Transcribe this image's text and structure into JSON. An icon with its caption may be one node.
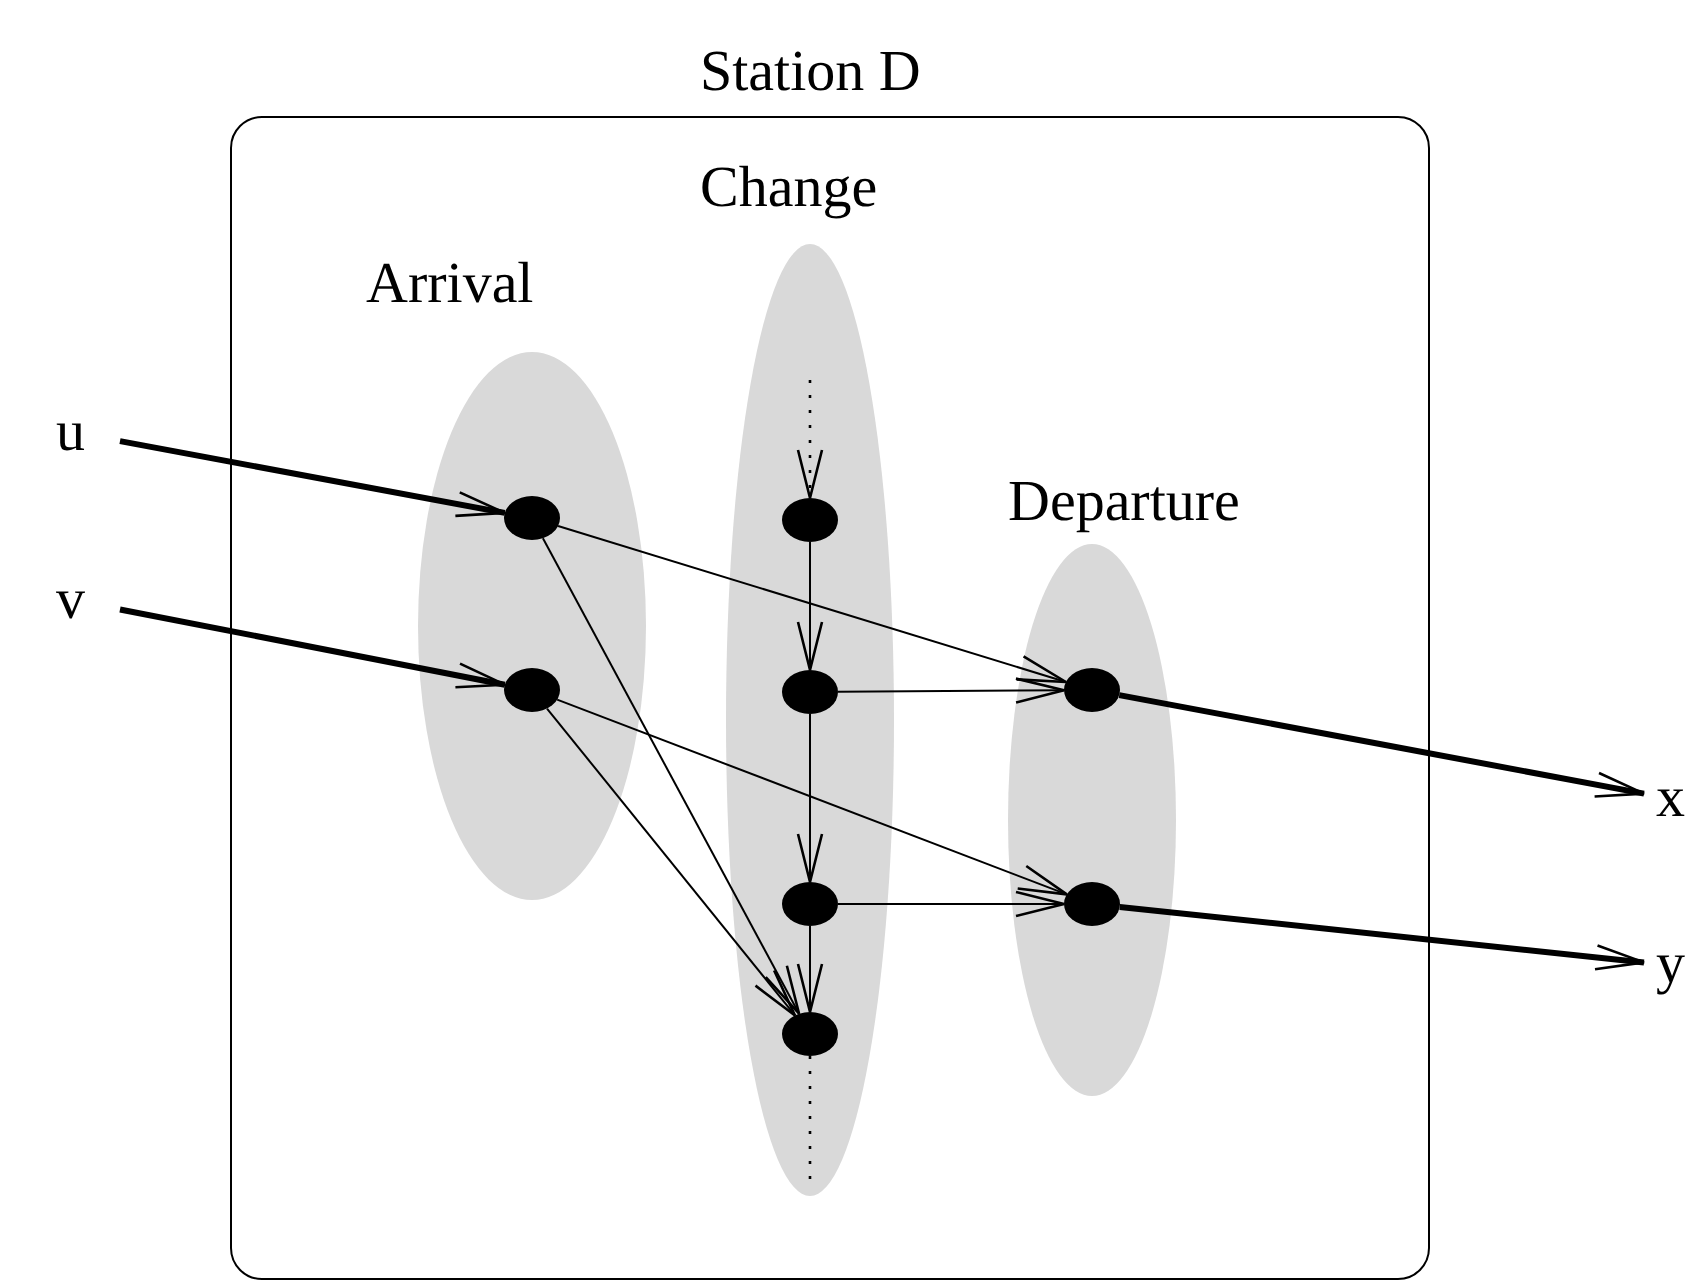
{
  "diagram": {
    "nodes": [
      {
        "text": [
          "Station D"
        ]
      },
      {
        "text": [
          "Arrival"
        ],
        "in": 0
      },
      {
        "text": [
          "Change"
        ],
        "in": 0
      },
      {
        "text": [
          "Departure"
        ],
        "in": 0
      },
      {
        "text": [
          "u"
        ]
      },
      {
        "text": [
          "v"
        ]
      },
      {
        "text": [
          "x"
        ]
      },
      {
        "text": [
          "y"
        ]
      },
      {
        "text": [],
        "shape": "circle",
        "in": 1
      },
      {
        "text": [],
        "shape": "circle",
        "in": 1
      },
      {
        "text": [],
        "shape": "circle",
        "in": 2
      },
      {
        "text": [],
        "shape": "circle",
        "in": 2
      },
      {
        "text": [],
        "shape": "circle",
        "in": 2
      },
      {
        "text": [],
        "shape": "circle",
        "in": 2
      },
      {
        "text": [],
        "shape": "circle",
        "in": 3
      },
      {
        "text": [],
        "shape": "circle",
        "in": 3
      }
    ],
    "edges": [
      {
        "from": 4,
        "to": 8,
        "arrow": "to",
        "style": "thick"
      },
      {
        "from": 5,
        "to": 9,
        "arrow": "to",
        "style": "thick"
      },
      {
        "from": 8,
        "to": 14,
        "arrow": "to"
      },
      {
        "from": 8,
        "to": 13,
        "arrow": "to"
      },
      {
        "from": 9,
        "to": 15,
        "arrow": "to"
      },
      {
        "from": 9,
        "to": 13,
        "arrow": "to"
      },
      {
        "from": null,
        "to": 10,
        "arrow": "to",
        "style": "dashed"
      },
      {
        "from": 10,
        "to": 11,
        "arrow": "to"
      },
      {
        "from": 11,
        "to": 12,
        "arrow": "to"
      },
      {
        "from": 12,
        "to": 13,
        "arrow": "to"
      },
      {
        "from": 11,
        "to": 14,
        "arrow": "to"
      },
      {
        "from": 12,
        "to": 15,
        "arrow": "to"
      },
      {
        "from": 13,
        "to": null,
        "arrow": "none",
        "style": "dashed"
      },
      {
        "from": 14,
        "to": 6,
        "arrow": "to",
        "style": "thick"
      },
      {
        "from": 15,
        "to": 7,
        "arrow": "to",
        "style": "thick"
      }
    ]
  }
}
